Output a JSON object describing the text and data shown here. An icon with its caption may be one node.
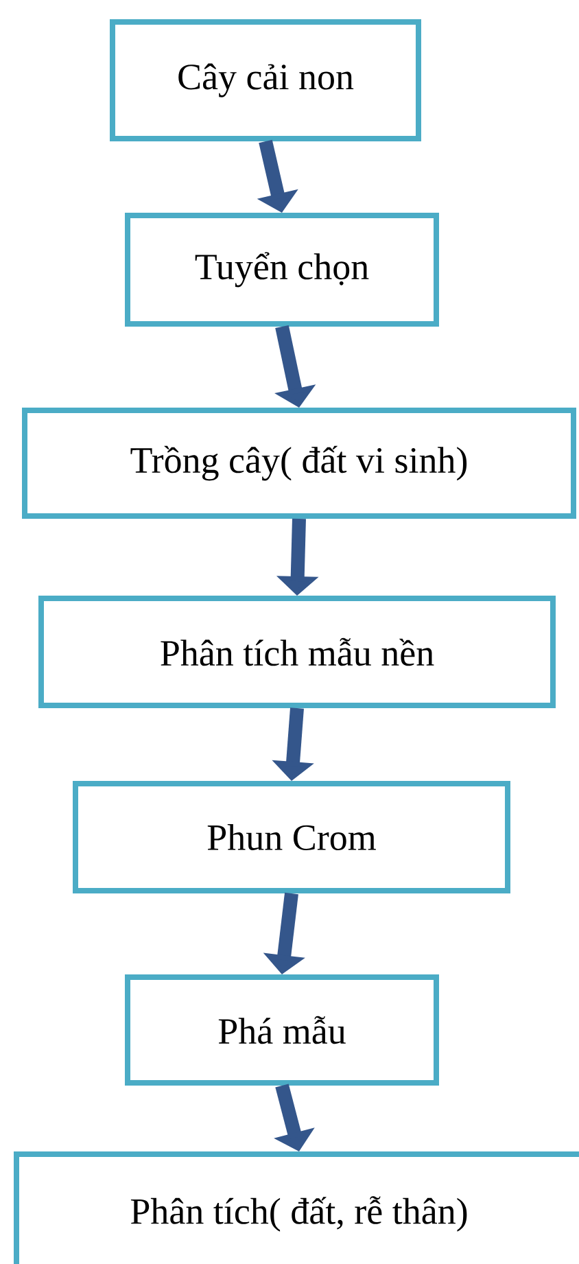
{
  "diagram": {
    "nodes": [
      {
        "text": [
          "Cây cải non"
        ]
      },
      {
        "text": [
          "Tuyển chọn"
        ]
      },
      {
        "text": [
          "Trồng cây( đất vi sinh)"
        ]
      },
      {
        "text": [
          "Phân tích mẫu nền"
        ]
      },
      {
        "text": [
          "Phun Crom"
        ]
      },
      {
        "text": [
          "Phá mẫu"
        ]
      },
      {
        "text": [
          "Phân tích( đất, rễ thân)"
        ]
      }
    ],
    "edges": [
      {
        "from": 0,
        "to": 1,
        "arrow": "to"
      },
      {
        "from": 1,
        "to": 2,
        "arrow": "to"
      },
      {
        "from": 2,
        "to": 3,
        "arrow": "to"
      },
      {
        "from": 3,
        "to": 4,
        "arrow": "to"
      },
      {
        "from": 4,
        "to": 5,
        "arrow": "to"
      },
      {
        "from": 5,
        "to": 6,
        "arrow": "to"
      }
    ]
  }
}
